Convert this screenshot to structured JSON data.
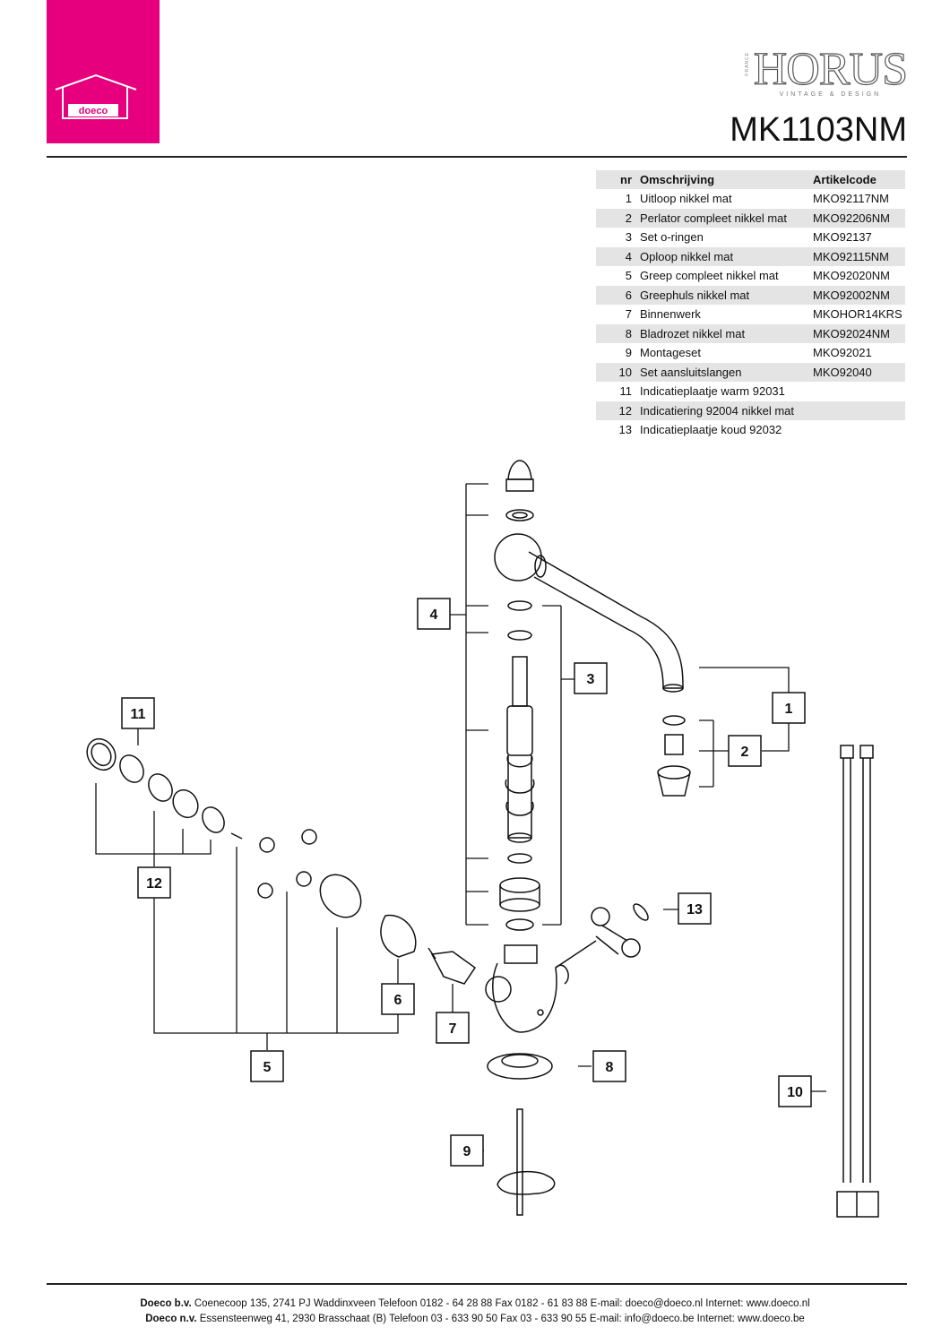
{
  "brand": {
    "logo_text": "doeco",
    "name": "HORUS",
    "tagline": "VINTAGE & DESIGN",
    "country": "FRANCE"
  },
  "model": "MK1103NM",
  "table": {
    "headers": [
      "nr",
      "Omschrijving",
      "Artikelcode"
    ],
    "rows": [
      [
        "1",
        "Uitloop nikkel mat",
        "MKO92117NM"
      ],
      [
        "2",
        "Perlator compleet nikkel mat",
        "MKO92206NM"
      ],
      [
        "3",
        "Set o-ringen",
        "MKO92137"
      ],
      [
        "4",
        "Oploop nikkel mat",
        "MKO92115NM"
      ],
      [
        "5",
        "Greep compleet nikkel mat",
        "MKO92020NM"
      ],
      [
        "6",
        "Greephuls nikkel mat",
        "MKO92002NM"
      ],
      [
        "7",
        "Binnenwerk",
        "MKOHOR14KRS"
      ],
      [
        "8",
        "Bladrozet nikkel mat",
        "MKO92024NM"
      ],
      [
        "9",
        "Montageset",
        "MKO92021"
      ],
      [
        "10",
        "Set aansluitslangen",
        "MKO92040"
      ],
      [
        "11",
        "Indicatieplaatje warm 92031",
        ""
      ],
      [
        "12",
        "Indicatiering 92004 nikkel mat",
        ""
      ],
      [
        "13",
        "Indicatieplaatje koud 92032",
        ""
      ]
    ]
  },
  "callouts": [
    "1",
    "2",
    "3",
    "4",
    "5",
    "6",
    "7",
    "8",
    "9",
    "10",
    "11",
    "12",
    "13"
  ],
  "footer": {
    "line1_company": "Doeco b.v.",
    "line1_text": "Coenecoop 135,   2741 PJ  Waddinxveen   Telefoon 0182 - 64 28 88   Fax 0182 - 61 83 88   E-mail: doeco@doeco.nl   Internet: www.doeco.nl",
    "line2_company": "Doeco n.v.",
    "line2_text": "Essensteenweg 41, 2930  Brasschaat (B)  Telefoon 03 - 633 90 50   Fax 03 - 633 90 55   E-mail: info@doeco.be   Internet: www.doeco.be"
  },
  "colors": {
    "brand_pink": "#e6007e",
    "row_shade": "#e4e4e4"
  }
}
